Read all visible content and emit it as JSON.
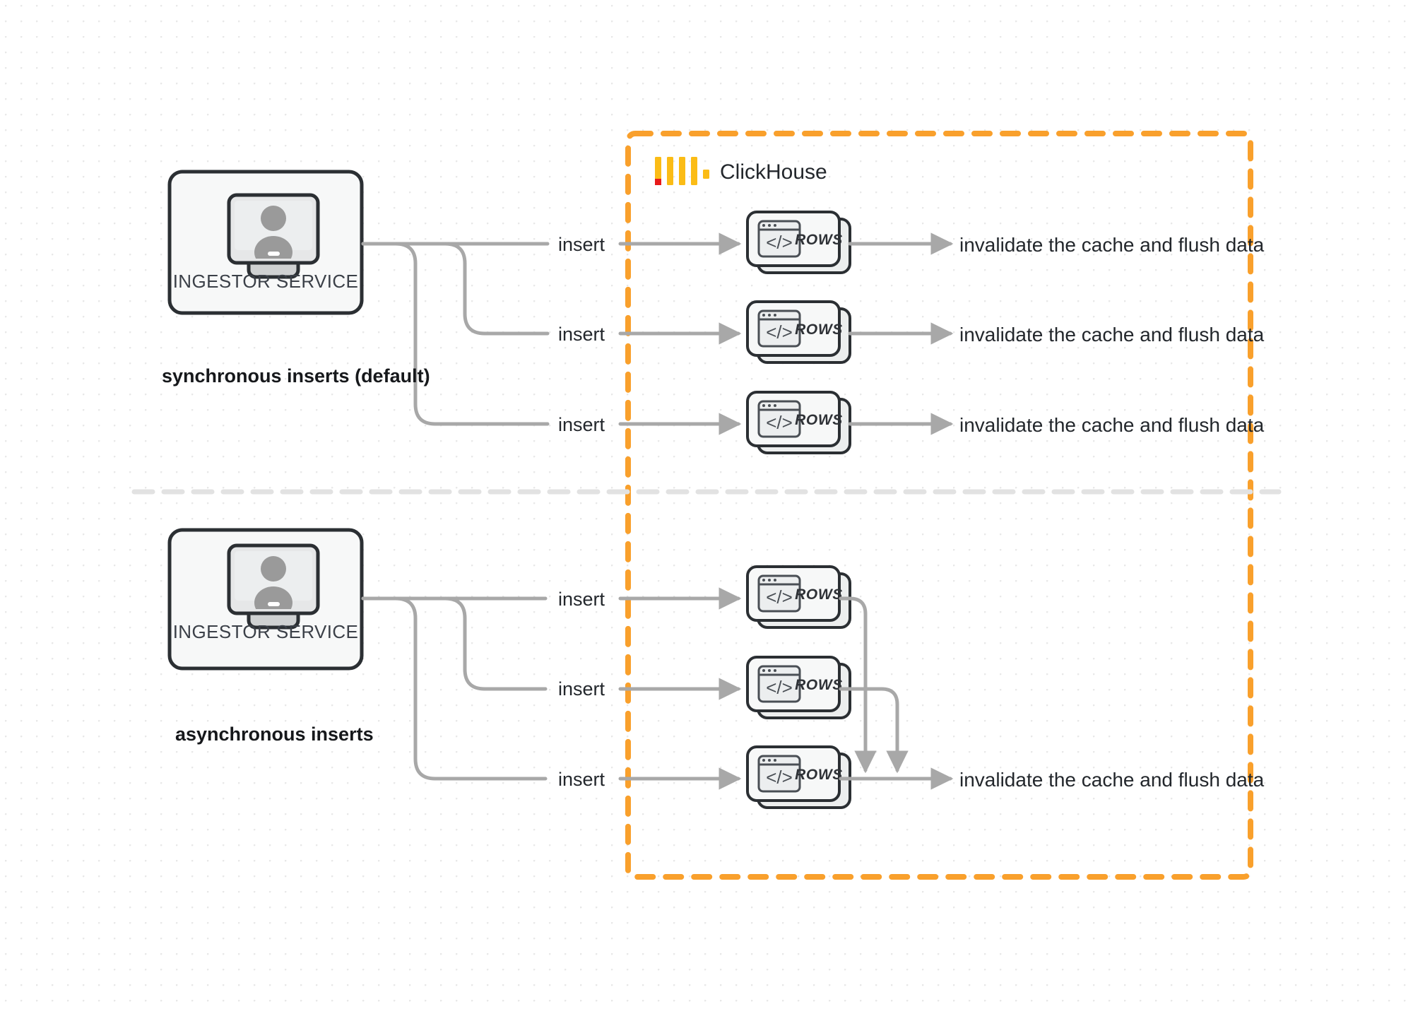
{
  "diagram": {
    "title": "ClickHouse synchronous vs asynchronous inserts",
    "brand": {
      "name": "ClickHouse",
      "logo": "clickhouse-logo-icon"
    },
    "colors": {
      "boundary": "#f9a02c",
      "flow": "#a8a8a8",
      "logo_yellow": "#fbbc16",
      "logo_red": "#e81a1a",
      "card_stroke": "#2b2f33",
      "background": "#ffffff"
    },
    "sections": [
      {
        "id": "synchronous",
        "label": "synchronous inserts (default)",
        "service": {
          "name": "INGESTOR SERVICE",
          "icon": "monitor-user-icon"
        },
        "edges": [
          {
            "label": "insert"
          },
          {
            "label": "insert"
          },
          {
            "label": "insert"
          }
        ],
        "rows": [
          {
            "label": "ROWS",
            "icon": "code-window-icon"
          },
          {
            "label": "ROWS",
            "icon": "code-window-icon"
          },
          {
            "label": "ROWS",
            "icon": "code-window-icon"
          }
        ],
        "sinks": [
          {
            "label": "invalidate the cache and flush data"
          },
          {
            "label": "invalidate the cache and flush data"
          },
          {
            "label": "invalidate the cache and flush data"
          }
        ]
      },
      {
        "id": "asynchronous",
        "label": "asynchronous inserts",
        "service": {
          "name": "INGESTOR SERVICE",
          "icon": "monitor-user-icon"
        },
        "edges": [
          {
            "label": "insert"
          },
          {
            "label": "insert"
          },
          {
            "label": "insert"
          }
        ],
        "rows": [
          {
            "label": "ROWS",
            "icon": "code-window-icon"
          },
          {
            "label": "ROWS",
            "icon": "code-window-icon"
          },
          {
            "label": "ROWS",
            "icon": "code-window-icon"
          }
        ],
        "sinks": [
          {
            "label": "invalidate the cache and flush data"
          }
        ]
      }
    ]
  }
}
